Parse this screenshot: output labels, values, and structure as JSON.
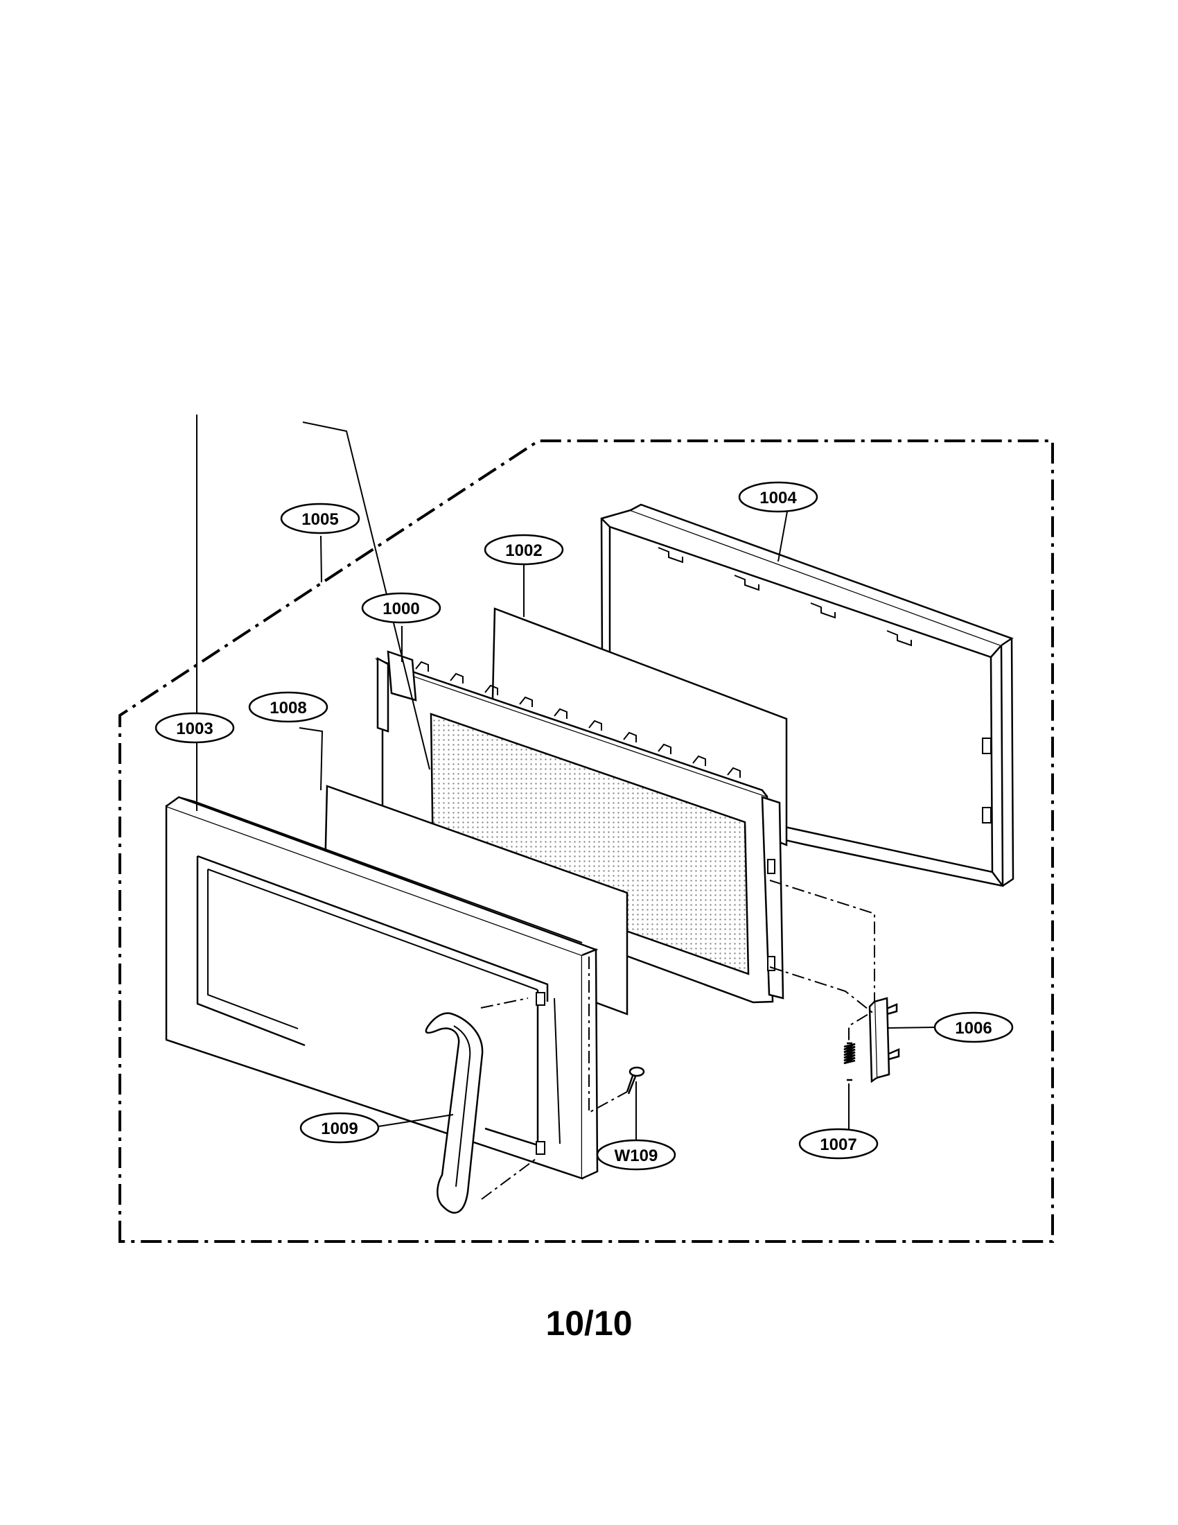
{
  "diagram": {
    "callouts": [
      {
        "id": "1000",
        "label": "1000"
      },
      {
        "id": "1002",
        "label": "1002"
      },
      {
        "id": "1003",
        "label": "1003"
      },
      {
        "id": "1004",
        "label": "1004"
      },
      {
        "id": "1005",
        "label": "1005"
      },
      {
        "id": "1006",
        "label": "1006"
      },
      {
        "id": "1007",
        "label": "1007"
      },
      {
        "id": "1008",
        "label": "1008"
      },
      {
        "id": "1009",
        "label": "1009"
      },
      {
        "id": "W109",
        "label": "W109"
      }
    ]
  },
  "page_number": "10/10"
}
